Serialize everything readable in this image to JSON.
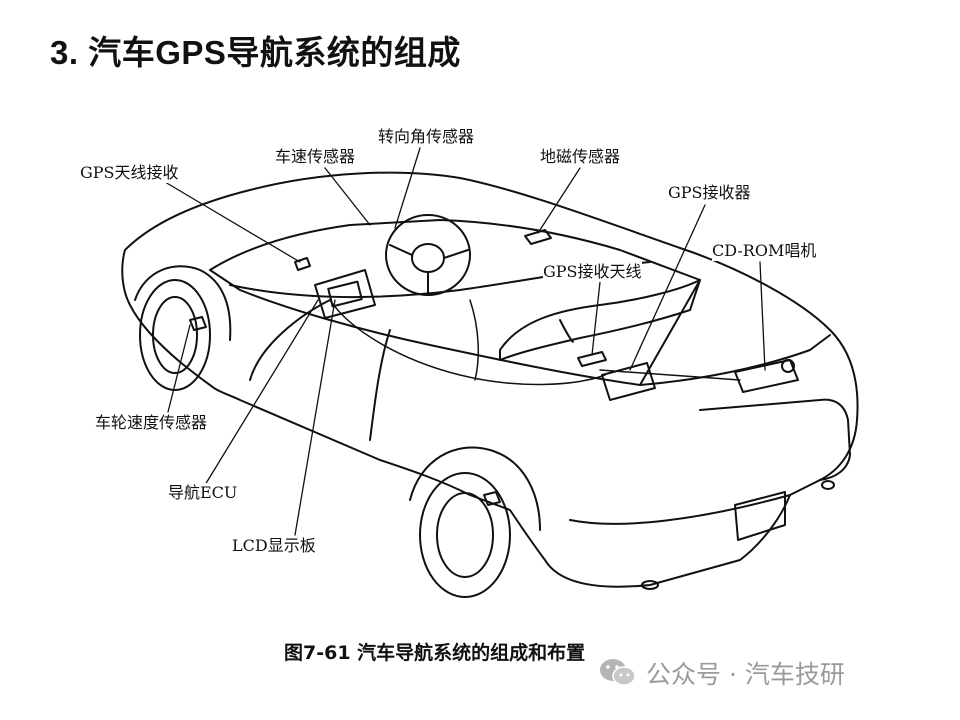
{
  "title": "3. 汽车GPS导航系统的组成",
  "labels": {
    "gps_antenna_receive": "GPS天线接收",
    "speed_sensor": "车速传感器",
    "steering_angle_sensor": "转向角传感器",
    "geomagnetic_sensor": "地磁传感器",
    "gps_receiver": "GPS接收器",
    "cd_rom_player": "CD-ROM唱机",
    "gps_receiving_antenna": "GPS接收天线",
    "wheel_speed_sensor": "车轮速度传感器",
    "navigation_ecu": "导航ECU",
    "lcd_display": "LCD显示板"
  },
  "caption": "图7-61  汽车导航系统的组成和布置",
  "watermark": {
    "text": "公众号 · 汽车技研",
    "icon": "wechat-logo-icon"
  }
}
